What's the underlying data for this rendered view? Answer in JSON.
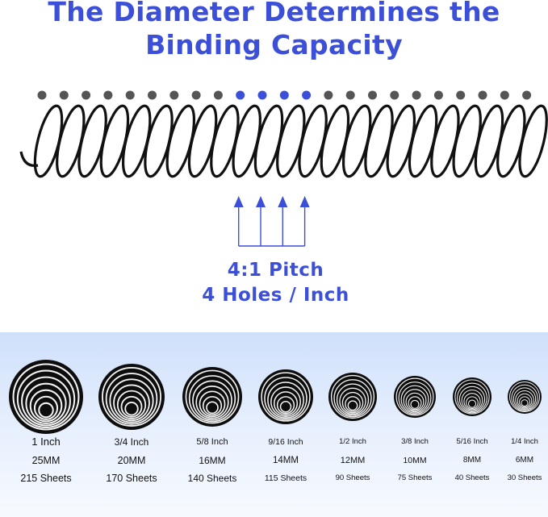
{
  "title": {
    "line1": "The Diameter Determines the",
    "line2": "Binding Capacity"
  },
  "pitch": {
    "line1": "4:1 Pitch",
    "line2": "4 Holes / Inch"
  },
  "colors": {
    "accent_blue": "#3c4fd8",
    "hole_gray": "#555555",
    "hole_highlight": "#3c4fd8",
    "coil_black": "#111111"
  },
  "holes": {
    "count": 23,
    "highlighted": [
      9,
      10,
      11,
      12
    ]
  },
  "sizes": [
    {
      "diameter": "1 Inch",
      "mm": "25MM",
      "capacity": "215 Sheets"
    },
    {
      "diameter": "3/4 Inch",
      "mm": "20MM",
      "capacity": "170 Sheets"
    },
    {
      "diameter": "5/8 Inch",
      "mm": "16MM",
      "capacity": "140 Sheets"
    },
    {
      "diameter": "9/16 Inch",
      "mm": "14MM",
      "capacity": "115 Sheets"
    },
    {
      "diameter": "1/2 Inch",
      "mm": "12MM",
      "capacity": "90 Sheets"
    },
    {
      "diameter": "3/8 Inch",
      "mm": "10MM",
      "capacity": "75 Sheets"
    },
    {
      "diameter": "5/16 Inch",
      "mm": "8MM",
      "capacity": "40 Sheets"
    },
    {
      "diameter": "1/4 Inch",
      "mm": "6MM",
      "capacity": "30 Sheets"
    }
  ]
}
